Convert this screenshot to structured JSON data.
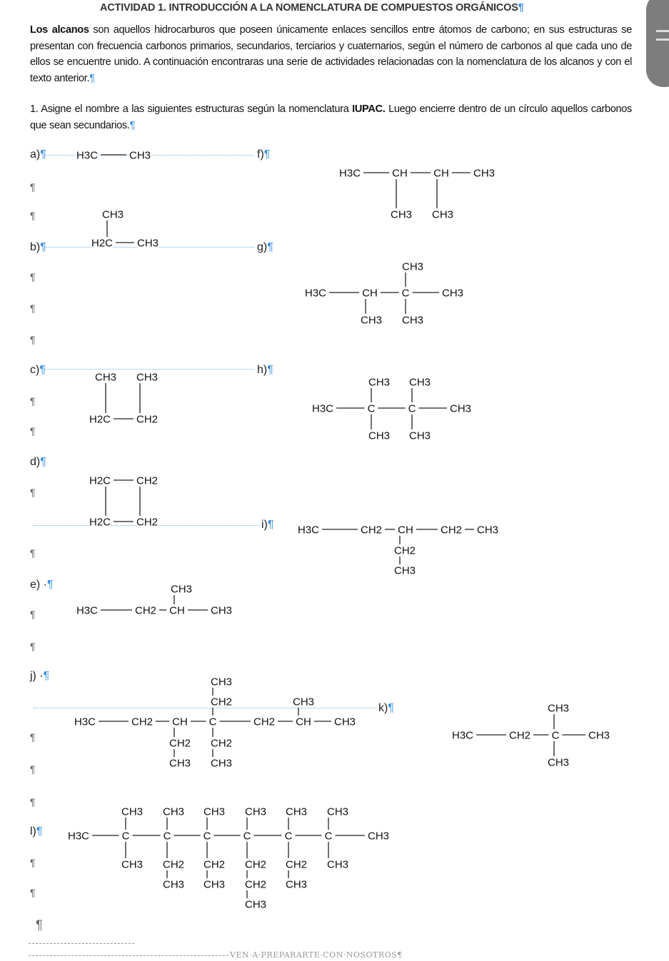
{
  "title": "ACTIVIDAD 1. INTRODUCCIÓN A LA NOMENCLATURA DE COMPUESTOS ORGÁNICOS",
  "intro": {
    "bold": "Los alcanos",
    "text": " son aquellos hidrocarburos que poseen únicamente enlaces sencillos entre átomos de carbono; en sus estructuras se presentan con frecuencia carbonos primarios, secundarios, terciarios y cuaternarios, según el número de carbonos al que cada uno de ellos se encuentre unido.  A continuación encontraras una serie de actividades relacionadas con la nomenclatura de los alcanos y con el texto anterior."
  },
  "question": {
    "prefix": "1.  Asigne el nombre a las siguientes estructuras según la nomenclatura ",
    "bold": "IUPAC.",
    "suffix": "  Luego encierre dentro de un círculo aquellos carbonos que sean secundarios."
  },
  "pilcrow": "¶",
  "labels": {
    "a": "a)",
    "b": "b)",
    "c": "c)",
    "d": "d)",
    "e": "e) ·",
    "f": "f)",
    "g": "g)",
    "h": "h)",
    "i": "i)",
    "j": "j) ·",
    "k": "k)",
    "l": "l)"
  },
  "structures": {
    "a": [
      "H3C",
      "CH3"
    ],
    "b": [
      "CH3",
      "H2C",
      "CH3"
    ],
    "c": [
      "CH3",
      "CH3",
      "H2C",
      "CH2"
    ],
    "d": [
      "H2C",
      "CH2",
      "H2C",
      "CH2"
    ],
    "e": [
      "CH3",
      "H3C",
      "CH2",
      "CH",
      "CH3"
    ],
    "f": [
      "H3C",
      "CH",
      "CH",
      "CH3",
      "CH3",
      "CH3"
    ],
    "g": [
      "CH3",
      "H3C",
      "CH",
      "C",
      "CH3",
      "CH3",
      "CH3"
    ],
    "h": [
      "CH3",
      "CH3",
      "H3C",
      "C",
      "C",
      "CH3",
      "CH3",
      "CH3"
    ],
    "i": [
      "H3C",
      "CH2",
      "CH",
      "CH2",
      "CH3",
      "CH2",
      "CH3"
    ],
    "j": [
      "CH3",
      "CH2",
      "CH3",
      "H3C",
      "CH2",
      "CH",
      "C",
      "CH2",
      "CH",
      "CH3",
      "CH2",
      "CH2",
      "CH3",
      "CH3"
    ],
    "k": [
      "CH3",
      "H3C",
      "CH2",
      "C",
      "CH3",
      "CH3"
    ],
    "l": [
      "H3C",
      "C",
      "C",
      "C",
      "C",
      "C",
      "C",
      "CH3",
      "CH3",
      "CH3",
      "CH3",
      "CH3",
      "CH3",
      "CH3",
      "CH3",
      "CH2",
      "CH3",
      "CH2",
      "CH3",
      "CH2",
      "CH2",
      "CH3",
      "CH2",
      "CH3",
      "CH3"
    ]
  },
  "footer": "VEN·A·PREPARARTE·CON·NOSOTROS¶"
}
